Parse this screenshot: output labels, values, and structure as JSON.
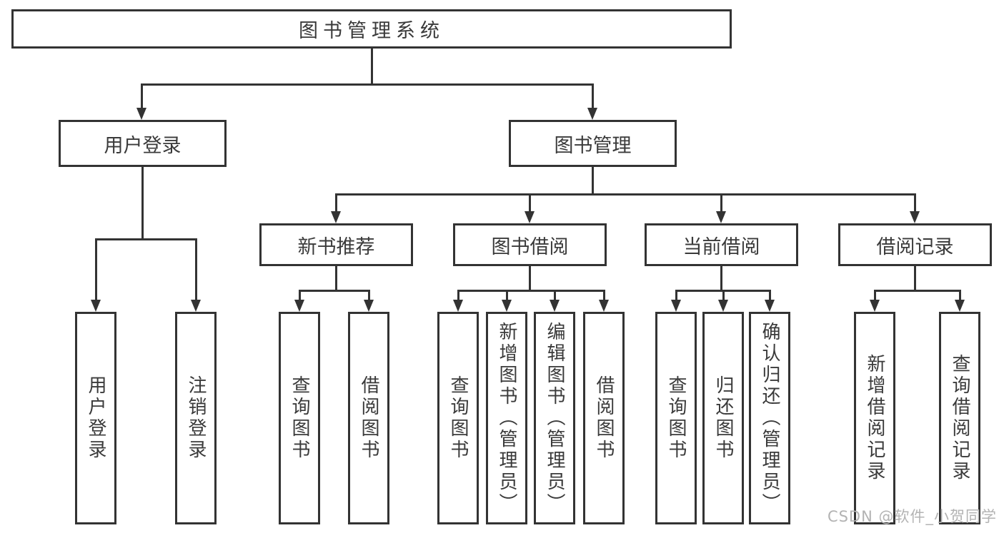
{
  "nodes": {
    "root": {
      "label": "图书管理系统"
    },
    "userLogin": {
      "label": "用户登录",
      "children": [
        {
          "label": "用户登录"
        },
        {
          "label": "注销登录"
        }
      ]
    },
    "bookMgmt": {
      "label": "图书管理",
      "children": [
        {
          "label": "新书推荐",
          "children": [
            {
              "label": "查询图书"
            },
            {
              "label": "借阅图书"
            }
          ]
        },
        {
          "label": "图书借阅",
          "children": [
            {
              "label": "查询图书"
            },
            {
              "label": "新增图书（管理员）"
            },
            {
              "label": "编辑图书（管理员）"
            },
            {
              "label": "借阅图书"
            }
          ]
        },
        {
          "label": "当前借阅",
          "children": [
            {
              "label": "查询图书"
            },
            {
              "label": "归还图书"
            },
            {
              "label": "确认归还（管理员）"
            }
          ]
        },
        {
          "label": "借阅记录",
          "children": [
            {
              "label": "新增借阅记录"
            },
            {
              "label": "查询借阅记录"
            }
          ]
        }
      ]
    }
  },
  "watermark": {
    "text": "CSDN @软件_小贺同学"
  },
  "colors": {
    "line": "#333333",
    "watermark": "#b3b3b3",
    "background": "#ffffff"
  }
}
